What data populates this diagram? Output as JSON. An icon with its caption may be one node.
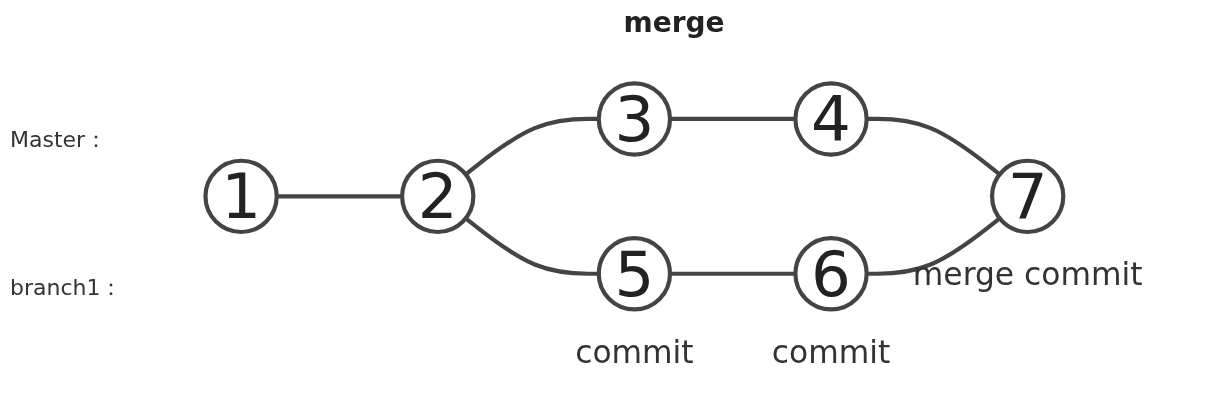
{
  "diagram": {
    "title": "merge",
    "nodes": [
      {
        "text": [
          "1"
        ]
      },
      {
        "text": [
          "2"
        ]
      },
      {
        "text": [
          "3"
        ]
      },
      {
        "text": [
          "4"
        ]
      },
      {
        "text": [
          "7"
        ],
        "beside": [
          "merge commit"
        ]
      },
      {
        "text": [
          "5"
        ],
        "beside": [
          "commit"
        ]
      },
      {
        "text": [
          "6"
        ],
        "beside": [
          "commit"
        ]
      }
    ],
    "edges": [
      {
        "from": 0,
        "to": 1,
        "arrow": "none"
      },
      {
        "from": 1,
        "to": 2,
        "arrow": "none"
      },
      {
        "from": 2,
        "to": 3,
        "arrow": "none"
      },
      {
        "from": 3,
        "to": 4,
        "arrow": "none"
      },
      {
        "from": 1,
        "to": 5,
        "arrow": "none"
      },
      {
        "from": 5,
        "to": 6,
        "arrow": "none"
      },
      {
        "from": 6,
        "to": 4,
        "arrow": "none"
      }
    ],
    "labels": [
      "Master：",
      "branch1："
    ]
  }
}
